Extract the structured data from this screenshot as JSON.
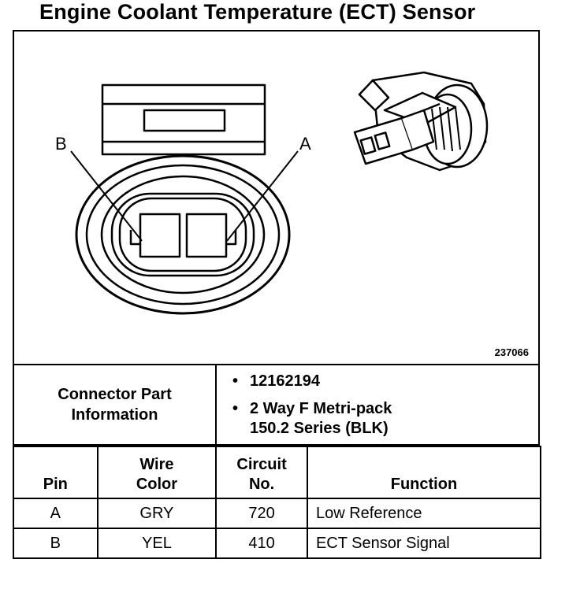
{
  "title": "Engine Coolant Temperature (ECT) Sensor",
  "figure_id": "237066",
  "pin_labels": {
    "left": "B",
    "right": "A"
  },
  "connector_info": {
    "label_line1": "Connector Part",
    "label_line2": "Information",
    "part_number": "12162194",
    "description_line1": "2 Way F Metri-pack",
    "description_line2": "150.2 Series (BLK)"
  },
  "pin_table": {
    "headers": {
      "pin": "Pin",
      "wire_color_line1": "Wire",
      "wire_color_line2": "Color",
      "circuit_line1": "Circuit",
      "circuit_line2": "No.",
      "function": "Function"
    },
    "rows": [
      {
        "pin": "A",
        "wire_color": "GRY",
        "circuit": "720",
        "function": "Low Reference"
      },
      {
        "pin": "B",
        "wire_color": "YEL",
        "circuit": "410",
        "function": "ECT Sensor Signal"
      }
    ]
  }
}
